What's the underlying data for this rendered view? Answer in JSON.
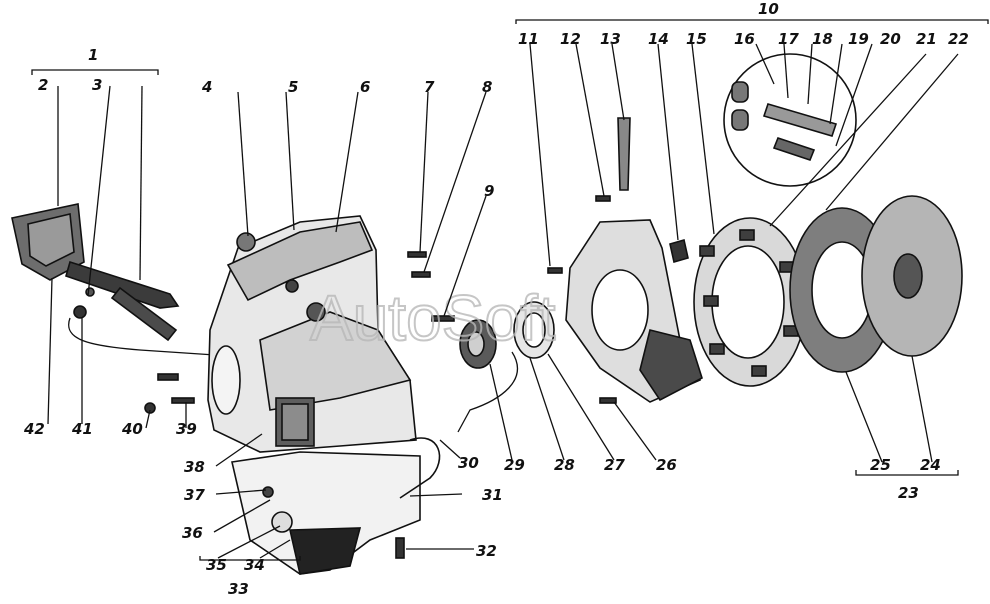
{
  "watermark": "AutoSoft",
  "callouts": [
    "1",
    "2",
    "3",
    "4",
    "5",
    "6",
    "7",
    "8",
    "9",
    "10",
    "11",
    "12",
    "13",
    "14",
    "15",
    "16",
    "17",
    "18",
    "19",
    "20",
    "21",
    "22",
    "23",
    "24",
    "25",
    "26",
    "27",
    "28",
    "29",
    "30",
    "31",
    "32",
    "33",
    "34",
    "35",
    "36",
    "37",
    "38",
    "39",
    "40",
    "41",
    "42"
  ]
}
